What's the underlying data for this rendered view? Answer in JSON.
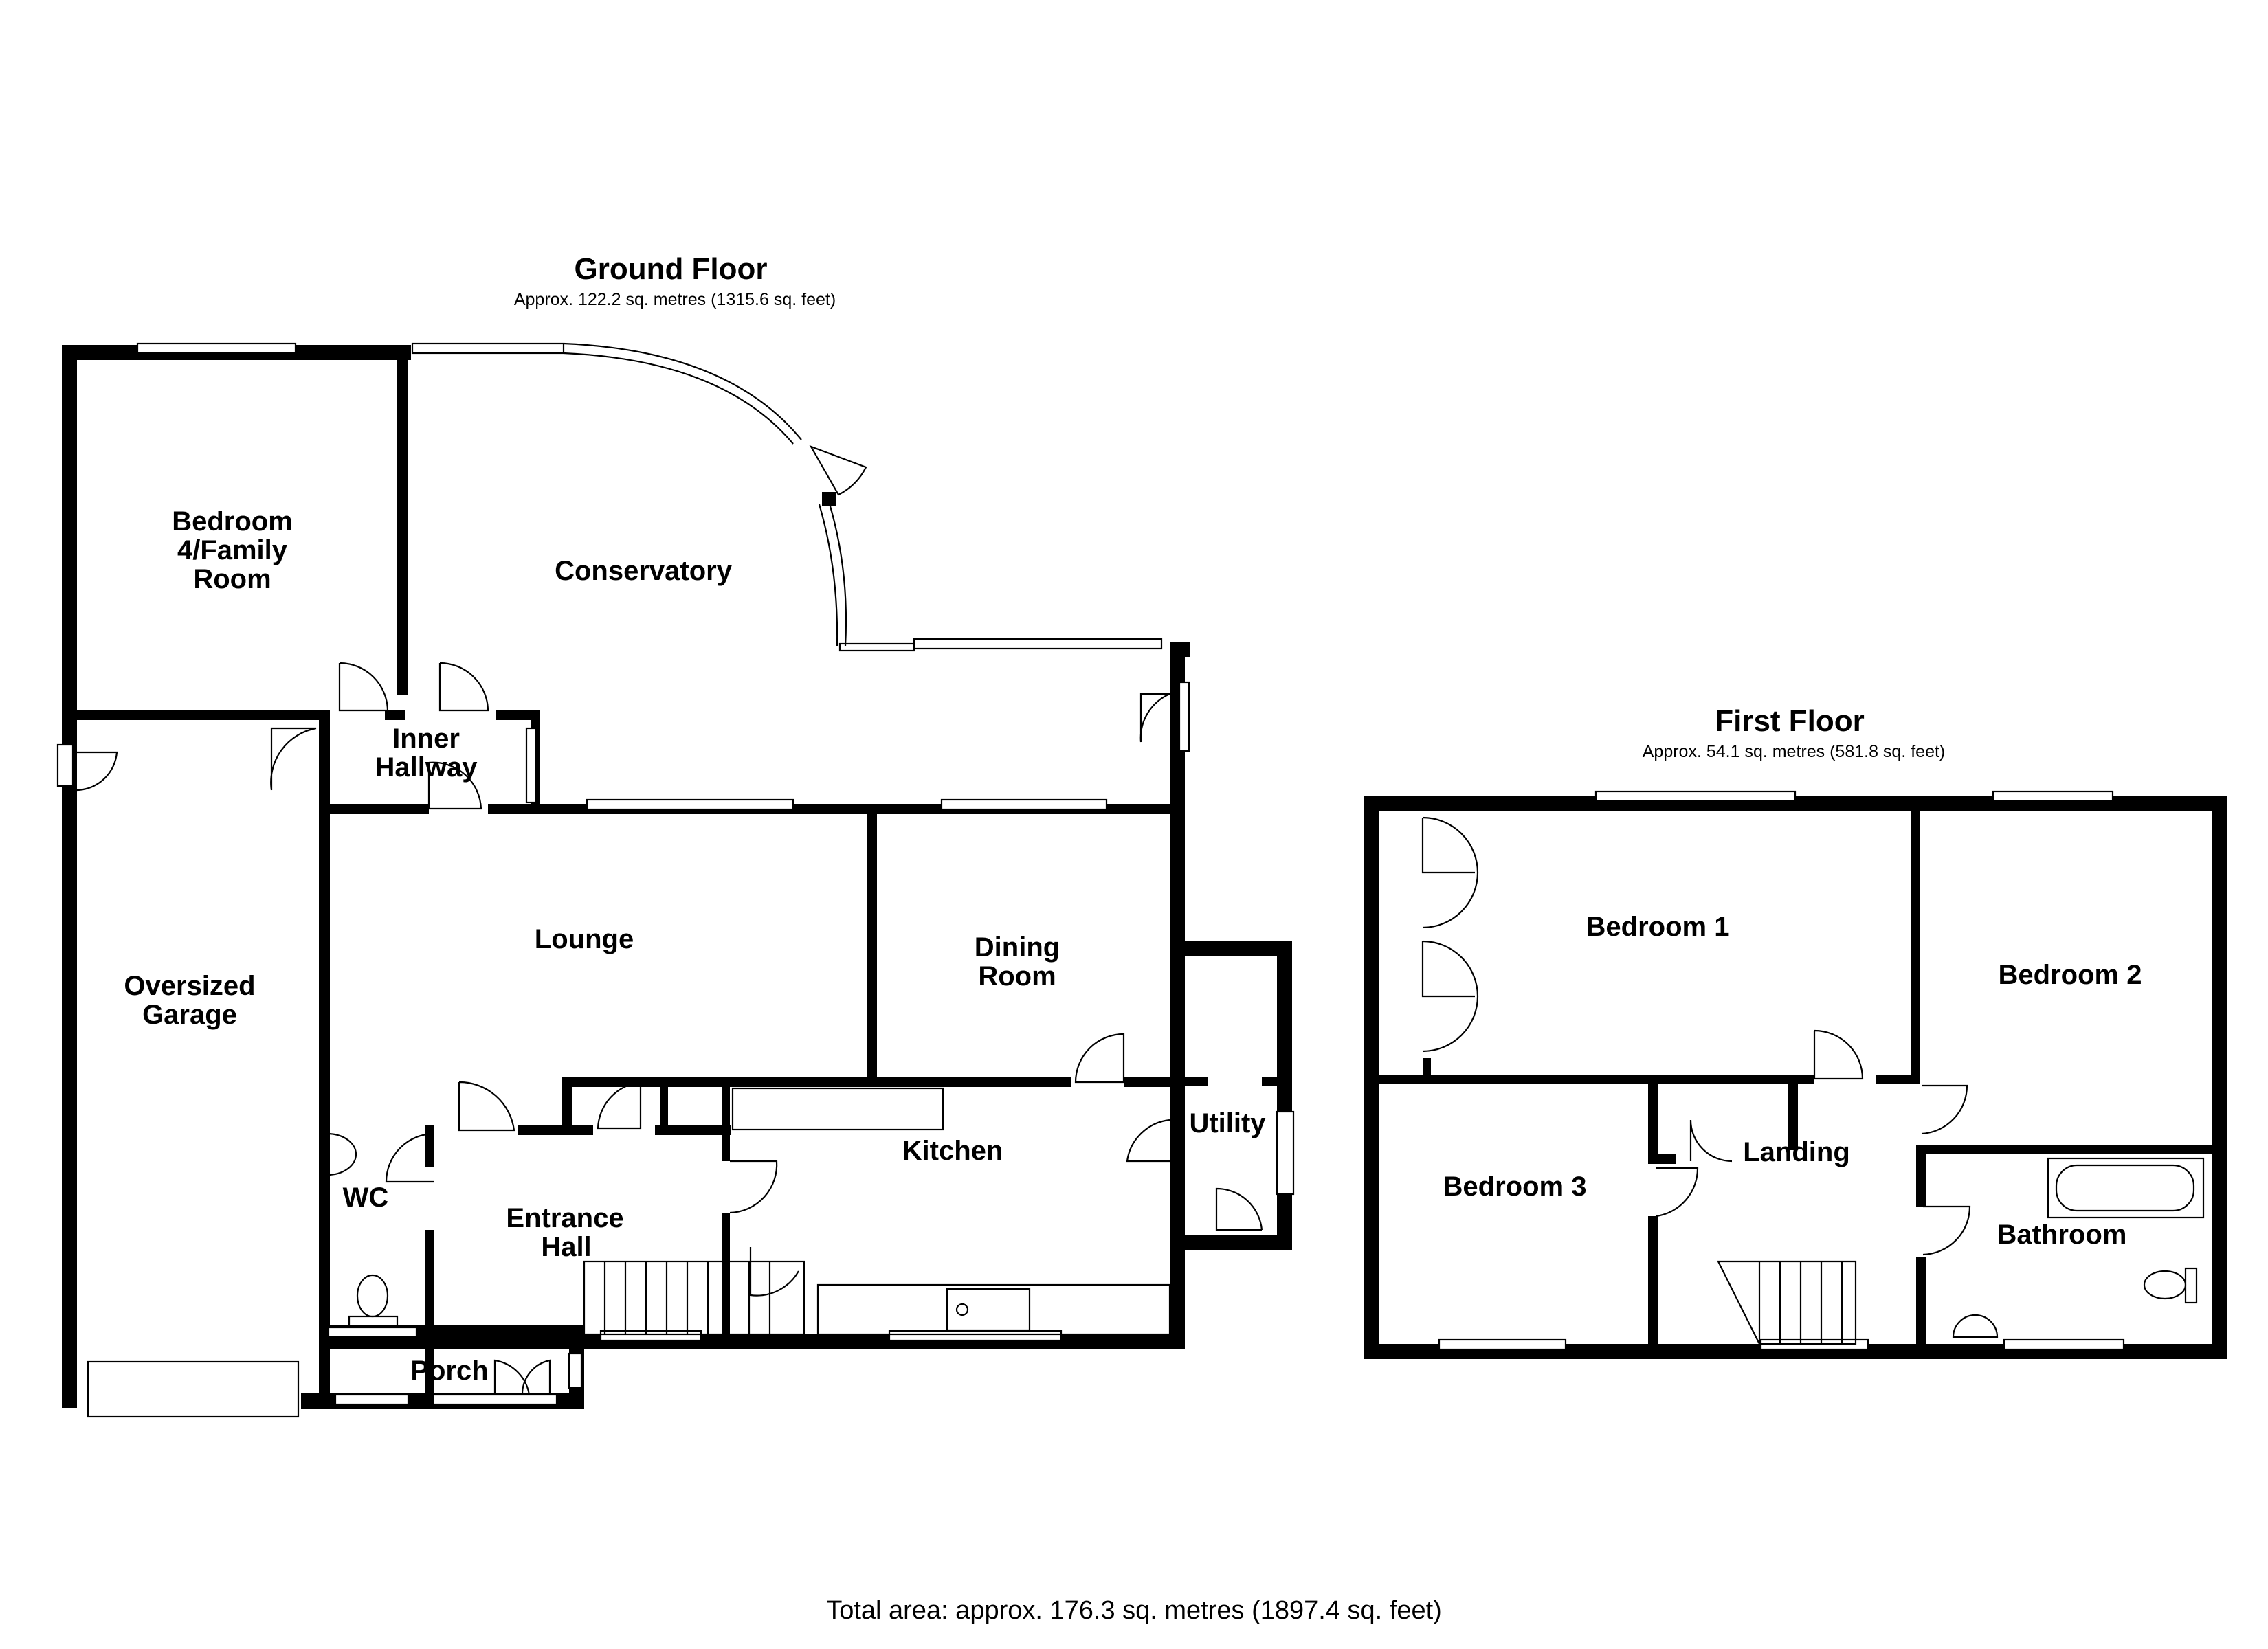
{
  "ground_floor": {
    "title": "Ground Floor",
    "area": "Approx. 122.2 sq. metres (1315.6 sq. feet)",
    "rooms": {
      "bedroom4": [
        "Bedroom",
        "4/Family",
        "Room"
      ],
      "conservatory": "Conservatory",
      "inner_hallway": [
        "Inner",
        "Hallway"
      ],
      "oversized_garage": [
        "Oversized",
        "Garage"
      ],
      "lounge": "Lounge",
      "dining_room": [
        "Dining",
        "Room"
      ],
      "utility": "Utility",
      "kitchen": "Kitchen",
      "wc": "WC",
      "entrance_hall": [
        "Entrance",
        "Hall"
      ],
      "porch": "Porch"
    }
  },
  "first_floor": {
    "title": "First Floor",
    "area": "Approx. 54.1 sq. metres (581.8 sq. feet)",
    "rooms": {
      "bedroom1": "Bedroom 1",
      "bedroom2": "Bedroom 2",
      "bedroom3": "Bedroom 3",
      "landing": "Landing",
      "bathroom": "Bathroom"
    }
  },
  "total_area": "Total area: approx. 176.3 sq. metres (1897.4 sq. feet)"
}
